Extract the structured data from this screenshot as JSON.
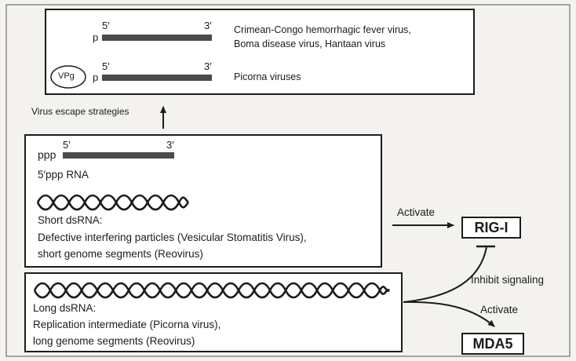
{
  "escape_panel": {
    "row1": {
      "five_prime": "5′",
      "three_prime": "3′",
      "cap": "p",
      "virus_line1": "Crimean-Congo hemorrhagic fever virus,",
      "virus_line2": "Boma disease virus, Hantaan virus"
    },
    "row2": {
      "five_prime": "5′",
      "three_prime": "3′",
      "vpg": "VPg",
      "cap": "p",
      "virus": "Picorna viruses"
    }
  },
  "escape_label": "Virus escape strategies",
  "rig_panel": {
    "five_prime": "5′",
    "three_prime": "3′",
    "cap": "ppp",
    "rna_label": "5′ppp RNA",
    "short_label": "Short dsRNA:",
    "short_desc1": "Defective interfering particles (Vesicular Stomatitis Virus),",
    "short_desc2": "short genome segments (Reovirus)"
  },
  "mda_panel": {
    "long_label": "Long dsRNA:",
    "long_desc1": "Replication intermediate (Picorna virus),",
    "long_desc2": "long genome segments (Reovirus)"
  },
  "arrows": {
    "activate_rig": "Activate",
    "inhibit": "Inhibit signaling",
    "activate_mda": "Activate"
  },
  "receptors": {
    "rig": "RIG-I",
    "mda": "MDA5"
  },
  "colors": {
    "ink": "#1c1c1c",
    "rna_bar": "#4a4a4a",
    "background": "#f3f2ef"
  }
}
